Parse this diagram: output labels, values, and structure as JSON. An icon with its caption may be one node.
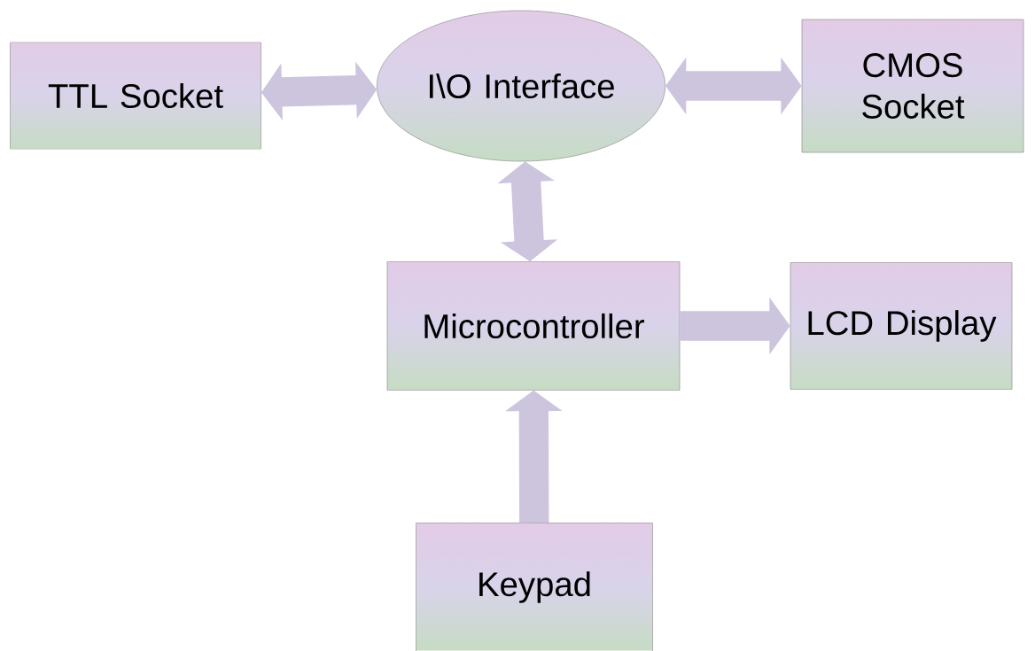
{
  "diagram": {
    "nodes": [
      {
        "text": [
          "TTL Socket"
        ]
      },
      {
        "text": [
          "I\\O Interface"
        ]
      },
      {
        "text": [
          "CMOS Socket"
        ]
      },
      {
        "text": [
          "Microcontroller"
        ]
      },
      {
        "text": [
          "LCD Display"
        ]
      },
      {
        "text": [
          "Keypad"
        ]
      }
    ],
    "edges": [
      {
        "from": 0,
        "to": 1,
        "arrow": "both"
      },
      {
        "from": 1,
        "to": 2,
        "arrow": "both"
      },
      {
        "from": 1,
        "to": 3,
        "arrow": "both"
      },
      {
        "from": 3,
        "to": 4,
        "arrow": "to"
      },
      {
        "from": 5,
        "to": 3,
        "arrow": "to"
      }
    ]
  }
}
